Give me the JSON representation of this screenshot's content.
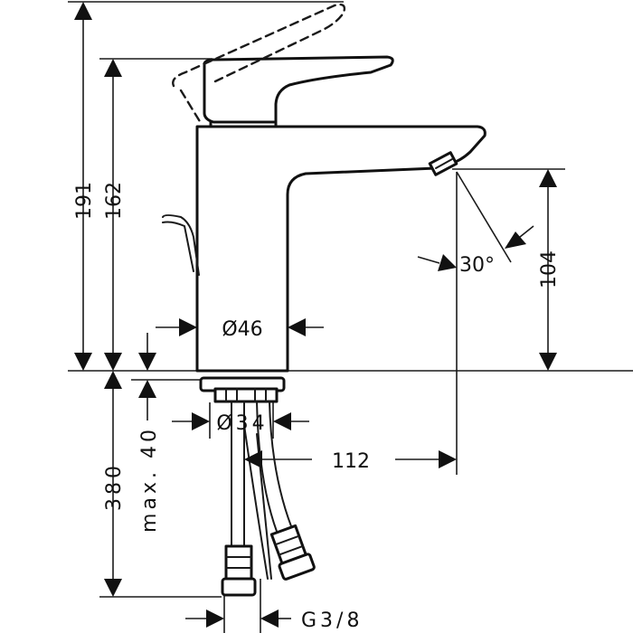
{
  "dimensions": {
    "height_total": "191",
    "height_body": "162",
    "spout_height": "104",
    "spout_angle": "30°",
    "body_diameter": "Ø46",
    "shank_diameter": "Ø34",
    "below_deck": "380",
    "max_deck": "max. 40",
    "spout_reach": "112",
    "thread": "G3/8"
  }
}
